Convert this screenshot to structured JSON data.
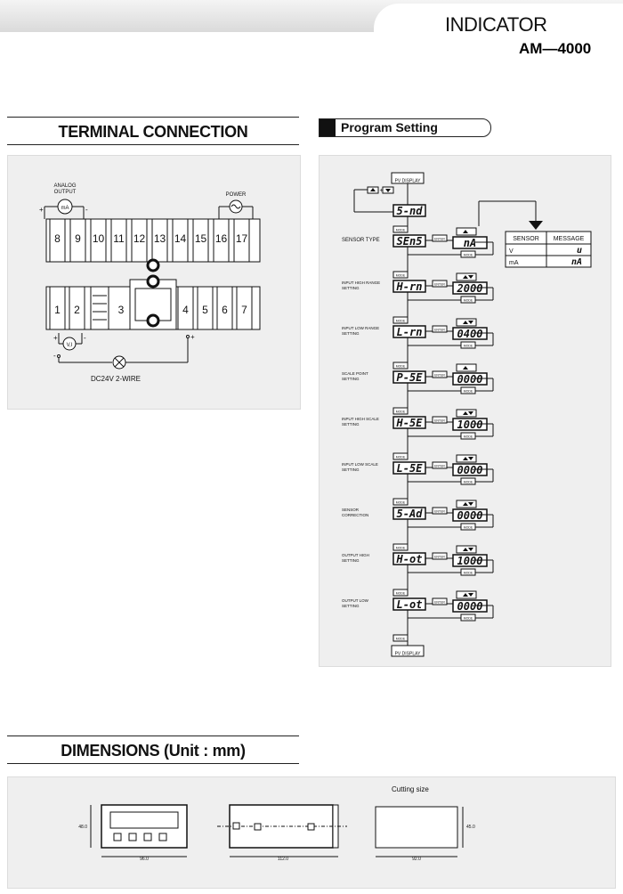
{
  "header": {
    "title": "INDICATOR",
    "model": "AM—4000"
  },
  "terminal": {
    "title": "TERMINAL CONNECTION",
    "analog_output_label": [
      "ANALOG",
      "OUTPUT"
    ],
    "ma_label": "mA",
    "power_label": "POWER",
    "vi_label": "V,I",
    "wire_label": "DC24V 2-WIRE",
    "top_terminals": [
      "8",
      "9",
      "10",
      "11",
      "12",
      "13",
      "14",
      "15",
      "16",
      "17"
    ],
    "bottom_terminals": [
      "1",
      "2",
      "3",
      "4",
      "5",
      "6",
      "7"
    ],
    "plus": "+",
    "minus": "-"
  },
  "program": {
    "title": "Program Setting",
    "pv_display": "PV DISPLAY",
    "combo_plus": "+",
    "first_lcd": "5-nd",
    "mode_label": "MODE",
    "enter_label": "ENTER",
    "steps": [
      {
        "label": [
          "SENSOR TYPE"
        ],
        "code": "SEn5",
        "value": "nA"
      },
      {
        "label": [
          "INPUT HIGH RANGE",
          "SETTING"
        ],
        "code": "H-rn",
        "value": "2000"
      },
      {
        "label": [
          "INPUT LOW RANGE",
          "SETTING"
        ],
        "code": "L-rn",
        "value": "0400"
      },
      {
        "label": [
          "SCALE POINT",
          "SETTING"
        ],
        "code": "P-5E",
        "value": "0000"
      },
      {
        "label": [
          "INPUT HIGH SCALE",
          "SETTING"
        ],
        "code": "H-5E",
        "value": "1000"
      },
      {
        "label": [
          "INPUT LOW SCALE",
          "SETTING"
        ],
        "code": "L-5E",
        "value": "0000"
      },
      {
        "label": [
          "SENSOR",
          "CORRECTION"
        ],
        "code": "5-Ad",
        "value": "0000"
      },
      {
        "label": [
          "OUTPUT HIGH",
          "SETTING"
        ],
        "code": "H-ot",
        "value": "1000"
      },
      {
        "label": [
          "OUTPUT LOW",
          "SETTING"
        ],
        "code": "L-ot",
        "value": "0000"
      }
    ],
    "sensor_table": {
      "headers": [
        "SENSOR",
        "MESSAGE"
      ],
      "rows": [
        [
          "V",
          "u"
        ],
        [
          "mA",
          "nA"
        ]
      ]
    }
  },
  "dimensions": {
    "title": "DIMENSIONS (Unit : mm)",
    "cutting_size": "Cutting size",
    "front_height": "48.0",
    "front_width": "96.0",
    "side_width": "112.0",
    "cut_width": "92.0",
    "cut_height": "45.0"
  }
}
